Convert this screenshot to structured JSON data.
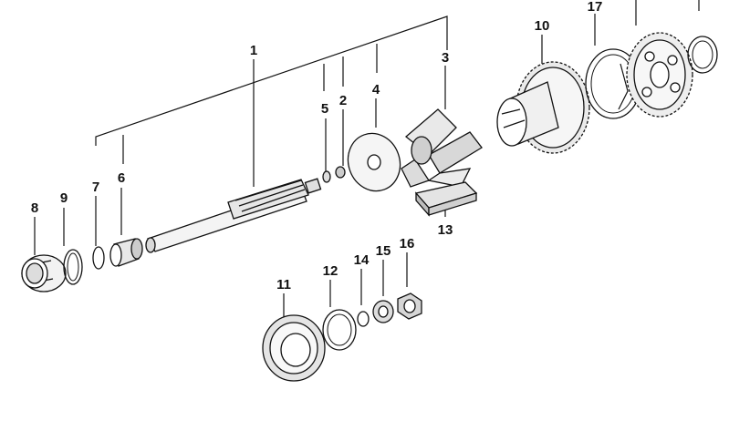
{
  "parts": [
    {
      "id": "p1",
      "label": "1"
    },
    {
      "id": "p2",
      "label": "2"
    },
    {
      "id": "p3",
      "label": "3"
    },
    {
      "id": "p4",
      "label": "4"
    },
    {
      "id": "p5",
      "label": "5"
    },
    {
      "id": "p6",
      "label": "6"
    },
    {
      "id": "p7",
      "label": "7"
    },
    {
      "id": "p8",
      "label": "8"
    },
    {
      "id": "p9",
      "label": "9"
    },
    {
      "id": "p10",
      "label": "10"
    },
    {
      "id": "p11",
      "label": "11"
    },
    {
      "id": "p12",
      "label": "12"
    },
    {
      "id": "p13",
      "label": "13"
    },
    {
      "id": "p14",
      "label": "14"
    },
    {
      "id": "p15",
      "label": "15"
    },
    {
      "id": "p16",
      "label": "16"
    },
    {
      "id": "p17",
      "label": "17"
    },
    {
      "id": "p18",
      "label": ""
    },
    {
      "id": "p19",
      "label": ""
    }
  ]
}
